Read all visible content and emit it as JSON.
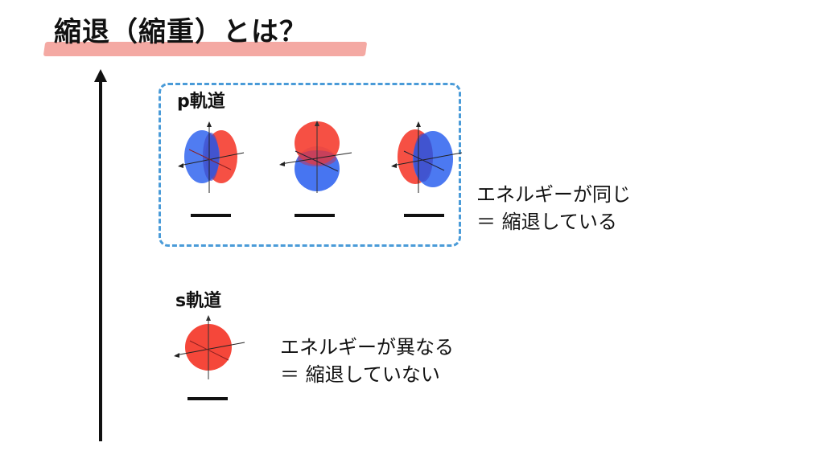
{
  "title": "縮退（縮重）とは？",
  "axis": {
    "label": "energy-axis"
  },
  "p_orbital": {
    "label": "p軌道",
    "orbitals": [
      {
        "name": "px",
        "colors": [
          "#3d6ef0",
          "#f5473a"
        ]
      },
      {
        "name": "pz",
        "colors": [
          "#f5473a",
          "#3d6ef0"
        ]
      },
      {
        "name": "py",
        "colors": [
          "#f5473a",
          "#3d6ef0"
        ]
      }
    ],
    "note": {
      "line1": "エネルギーが同じ",
      "line2": "＝ 縮退している"
    }
  },
  "s_orbital": {
    "label": "s軌道",
    "color": "#f5473a",
    "note": {
      "line1": "エネルギーが異なる",
      "line2": "＝ 縮退していない"
    }
  },
  "colors": {
    "highlight": "#f4a9a3",
    "dashed_border": "#4a9bd8",
    "red": "#f5473a",
    "blue": "#3d6ef0"
  }
}
